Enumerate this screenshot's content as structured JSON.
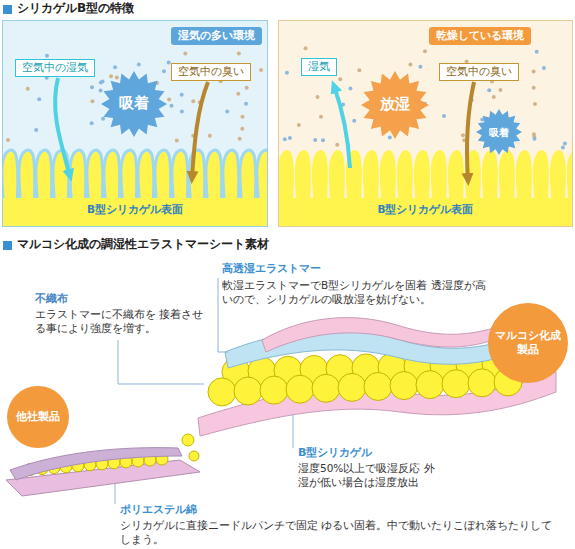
{
  "diagram": {
    "title": "シリカゲルB型の特徴",
    "nodes": [
      {
        "text": [
          "B型シリカゲル表面"
        ]
      },
      {
        "text": [
          "湿気の多い環境"
        ],
        "in": 0
      },
      {
        "text": [
          "空気中の湿気"
        ],
        "in": 0
      },
      {
        "text": [
          "吸着"
        ],
        "in": 0
      },
      {
        "text": [
          "空気中の臭い"
        ],
        "in": 0
      },
      {
        "text": [
          "B型シリカゲル表面"
        ]
      },
      {
        "text": [
          "乾燥している環境"
        ],
        "in": 5
      },
      {
        "text": [
          "湿気"
        ],
        "in": 5
      },
      {
        "text": [
          "放湿"
        ],
        "in": 5
      },
      {
        "text": [
          "空気中の臭い"
        ],
        "in": 5
      },
      {
        "text": [
          "吸着"
        ],
        "in": 5
      },
      {
        "text": [
          "マルコシ化成 製品"
        ]
      },
      {
        "text": [
          "他社製品"
        ]
      }
    ],
    "labels": [
      "マルコシ化成の調湿性エラストマーシート素材",
      "高透湿エラストマー",
      "軟湿エラストマーでB型シリカゲルを固着 透湿度が高いので、シリカゲルの吸放湿を妨げない。",
      "不織布",
      "エラストマーに不織布を 接着させる事により強度を増す。",
      "B型シリカゲル",
      "湿度50%以上で吸湿反応 外湿が低い場合は湿度放出",
      "ポリエステル綿",
      "シリカゲルに直接ニードルパンチで固定 ゆるい固着。中で動いたりこぼれ落ちたりしてしまう。"
    ]
  }
}
